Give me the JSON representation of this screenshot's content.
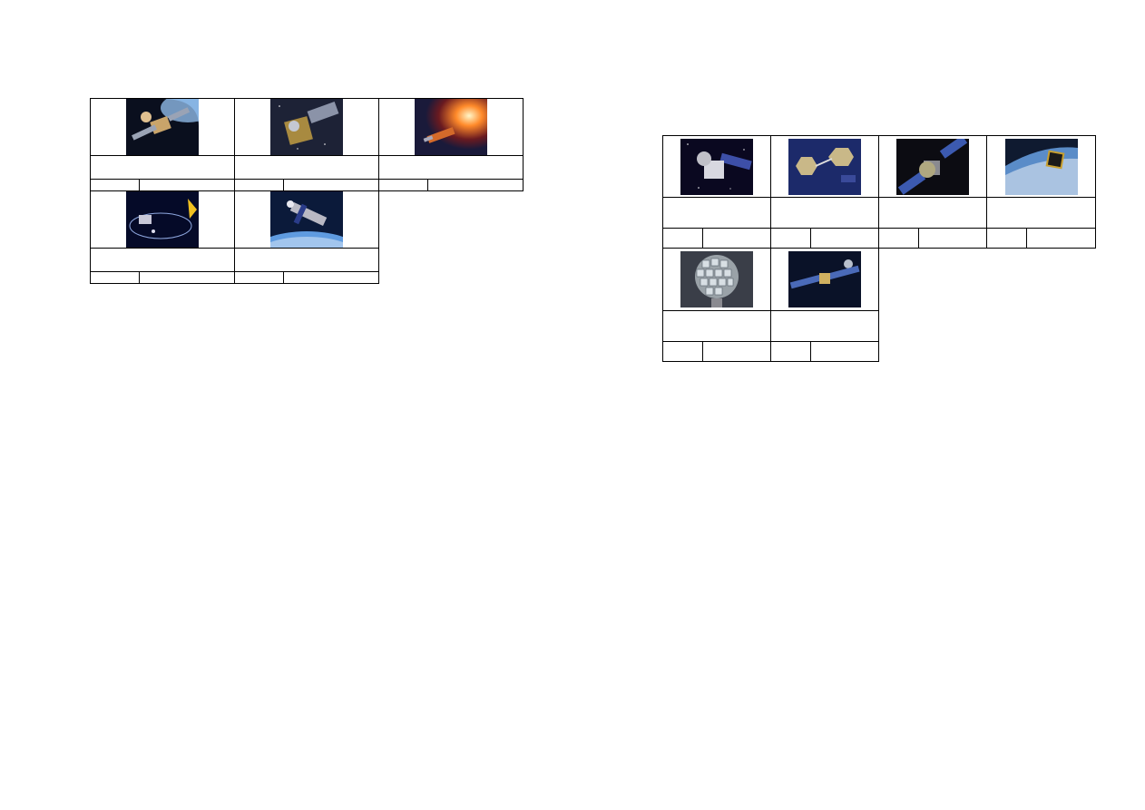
{
  "left_grid": {
    "items": [
      {
        "image": "satellite-earth-dish-solar-panels",
        "caption": "",
        "key": "",
        "value": ""
      },
      {
        "image": "satellite-gold-foil-solar-panel",
        "caption": "",
        "key": "",
        "value": ""
      },
      {
        "image": "spacecraft-orange-explosion",
        "caption": "",
        "key": "",
        "value": ""
      },
      {
        "image": "spacecraft-orbit-ellipse",
        "caption": "",
        "key": "",
        "value": ""
      },
      {
        "image": "telescope-over-earth",
        "caption": "",
        "key": "",
        "value": ""
      }
    ]
  },
  "right_grid": {
    "items": [
      {
        "image": "satellite-starfield",
        "caption": "",
        "key": "",
        "value": ""
      },
      {
        "image": "satellite-hexagonal-mirrors",
        "caption": "",
        "key": "",
        "value": ""
      },
      {
        "image": "satellite-dish-blue-panels",
        "caption": "",
        "key": "",
        "value": ""
      },
      {
        "image": "satellite-cube-over-earth",
        "caption": "",
        "key": "",
        "value": ""
      },
      {
        "image": "mirror-ball-sphere",
        "caption": "",
        "key": "",
        "value": ""
      },
      {
        "image": "satellite-long-panels-moon",
        "caption": "",
        "key": "",
        "value": ""
      }
    ]
  }
}
